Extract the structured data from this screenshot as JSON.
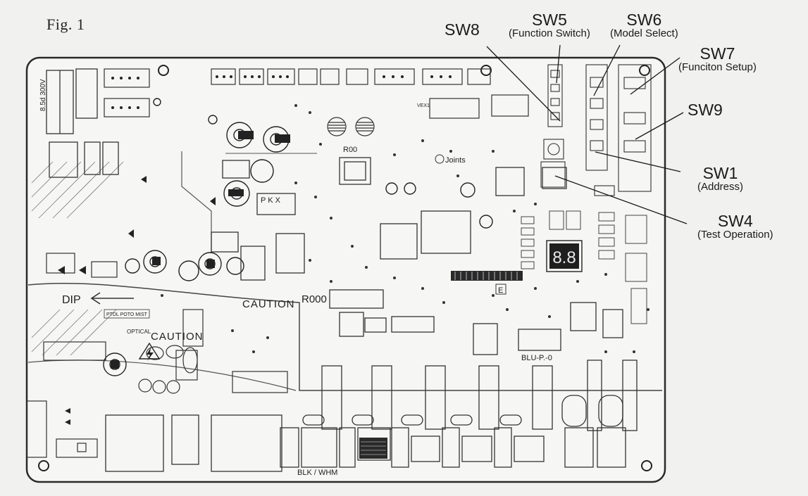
{
  "figure": {
    "label": "Fig. 1"
  },
  "callouts": {
    "sw8": {
      "name": "SW8"
    },
    "sw5": {
      "name": "SW5",
      "desc": "(Function Switch)"
    },
    "sw6": {
      "name": "SW6",
      "desc": "(Model Select)"
    },
    "sw7": {
      "name": "SW7",
      "desc": "(Funciton Setup)"
    },
    "sw9": {
      "name": "SW9"
    },
    "sw1": {
      "name": "SW1",
      "desc": "(Address)"
    },
    "sw4": {
      "name": "SW4",
      "desc": "(Test Operation)"
    }
  },
  "board": {
    "dip_label": "DIP",
    "caution_1": "CAUTION",
    "caution_2": "CAUTION",
    "r000_label": "R000",
    "r00_label": "R00",
    "pkx_label": "P K X",
    "joints_label": "Joints",
    "pcb_e_label": "E",
    "blk_whm_label": "BLK / WHM",
    "blu_label": "BLU-P.-0",
    "optical_label": "OPTICAL",
    "ptdl_label": "PTDL POTO MIST",
    "vex_label": "VEX1",
    "display_digits": "8.8"
  },
  "colors": {
    "paper": "#f1f1ef",
    "board_outline": "#2a2a2a",
    "trace": "#3a3a3a",
    "silk_dark": "#1c1c1c"
  }
}
